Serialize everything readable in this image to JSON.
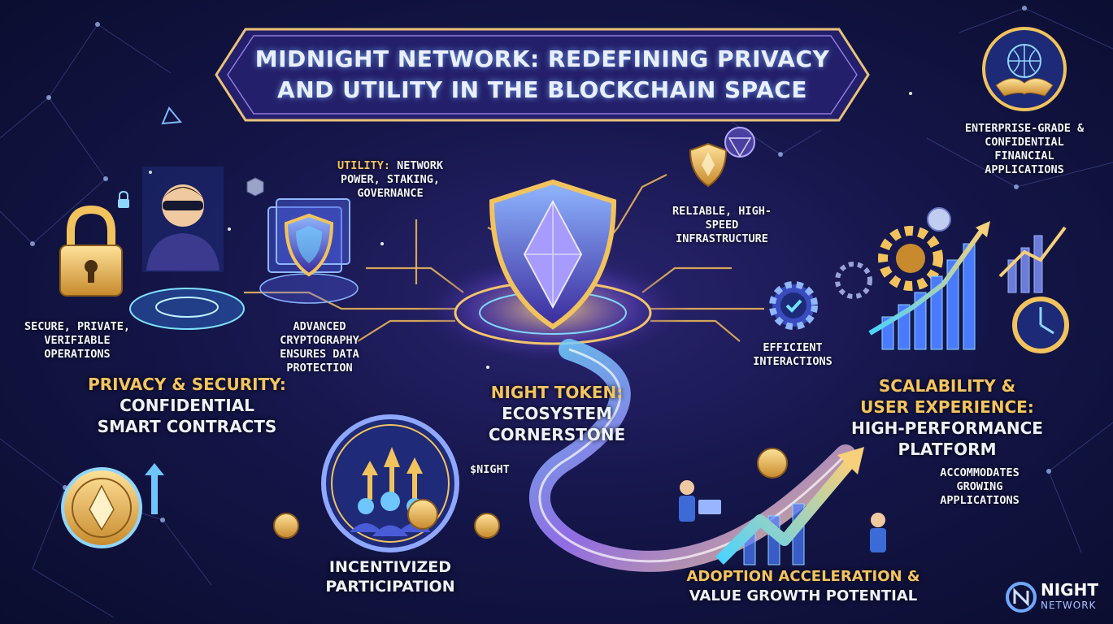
{
  "title": {
    "line1": "MIDNIGHT NETWORK: REDEFINING PRIVACY",
    "line2": "AND UTILITY IN THE BLOCKCHAIN SPACE"
  },
  "labels": {
    "utility_prefix": "UTILITY:",
    "utility_rest": "NETWORK POWER, STAKING, GOVERNANCE",
    "reliable": "RELIABLE, HIGH-SPEED INFRASTRUCTURE",
    "enterprise": "ENTERPRISE-GRADE & CONFIDENTIAL FINANCIAL APPLICATIONS",
    "secure": "SECURE, PRIVATE, VERIFIABLE OPERATIONS",
    "advanced": "ADVANCED CRYPTOGRAPHY ENSURES DATA PROTECTION",
    "efficient": "EFFICIENT INTERACTIONS",
    "accommodates": "ACCOMMODATES GROWING APPLICATIONS",
    "ticker": "$NIGHT"
  },
  "headings": {
    "privacy_gold": "PRIVACY & SECURITY:",
    "privacy_white1": "CONFIDENTIAL",
    "privacy_white2": "SMART CONTRACTS",
    "night_gold": "NIGHT TOKEN:",
    "night_white1": "ECOSYSTEM",
    "night_white2": "CORNERSTONE",
    "scal_gold1": "SCALABILITY &",
    "scal_gold2": "USER EXPERIENCE:",
    "scal_white1": "HIGH-PERFORMANCE",
    "scal_white2": "PLATFORM",
    "incent1": "INCENTIVIZED",
    "incent2": "PARTICIPATION",
    "adopt1": "ADOPTION ACCELERATION &",
    "adopt2": "VALUE GROWTH POTENTIAL"
  },
  "logo": {
    "line1": "NIGHT",
    "line2": "NETWORK"
  },
  "colors": {
    "gold": "#f4c45e",
    "cyan": "#5fd3ff",
    "violet": "#9b6bff",
    "navy": "#0a0d2e"
  },
  "icons": [
    "padlock-icon",
    "masked-user-icon",
    "shield-document-icon",
    "shield-token-icon",
    "gold-shield-icon",
    "handshake-globe-icon",
    "gear-check-icon",
    "growth-chart-icon",
    "stopwatch-icon",
    "coin-icon",
    "community-icon",
    "rising-arrow-icon"
  ]
}
